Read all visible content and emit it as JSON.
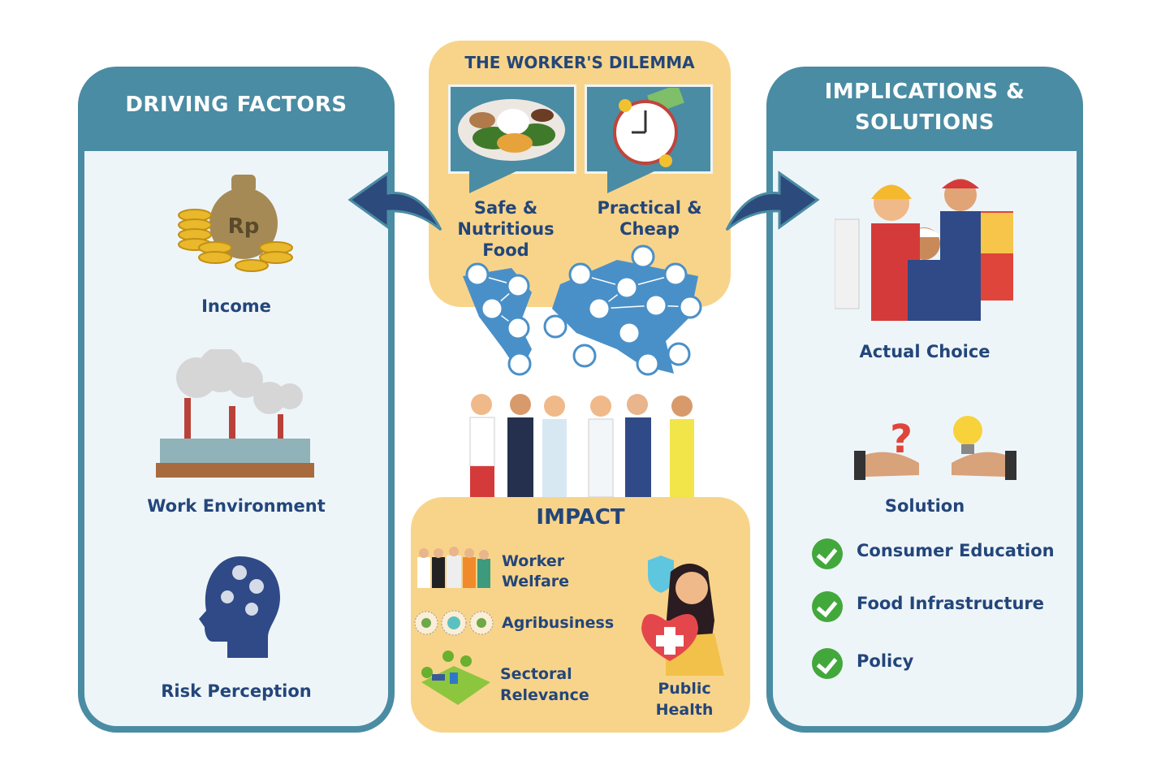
{
  "driving_factors": {
    "title": "DRIVING FACTORS",
    "items": [
      {
        "label": "Income",
        "icon": "money-bag-icon"
      },
      {
        "label": "Work Environment",
        "icon": "factory-icon"
      },
      {
        "label": "Risk Perception",
        "icon": "head-brain-icon"
      }
    ]
  },
  "dilemma": {
    "title": "THE WORKER'S DILEMMA",
    "options": [
      {
        "label_line1": "Safe &",
        "label_line2": "Nutritious",
        "label_line3": "Food",
        "icon": "food-plate-icon"
      },
      {
        "label_line1": "Practical &",
        "label_line2": "Cheap",
        "icon": "clock-money-icon"
      }
    ]
  },
  "impact": {
    "title": "IMPACT",
    "items": [
      {
        "label_line1": "Worker",
        "label_line2": "Welfare",
        "icon": "workers-group-icon"
      },
      {
        "label_line1": "Agribusiness",
        "icon": "agribusiness-icon"
      },
      {
        "label_line1": "Sectoral",
        "label_line2": "Relevance",
        "icon": "sector-landscape-icon"
      },
      {
        "label_line1": "Public",
        "label_line2": "Health",
        "icon": "public-health-icon"
      }
    ]
  },
  "implications": {
    "title_line1": "IMPLICATIONS &",
    "title_line2": "SOLUTIONS",
    "actual_choice": "Actual Choice",
    "solution": "Solution",
    "solutions": [
      "Consumer Education",
      "Food Infrastructure",
      "Policy"
    ]
  },
  "colors": {
    "panel_teal": "#4a8ca3",
    "panel_bg": "#eef5f9",
    "yellow": "#f8d48a",
    "navy_text": "#23467a",
    "check_green": "#43a83b",
    "arrow_navy": "#2c4a7c"
  }
}
